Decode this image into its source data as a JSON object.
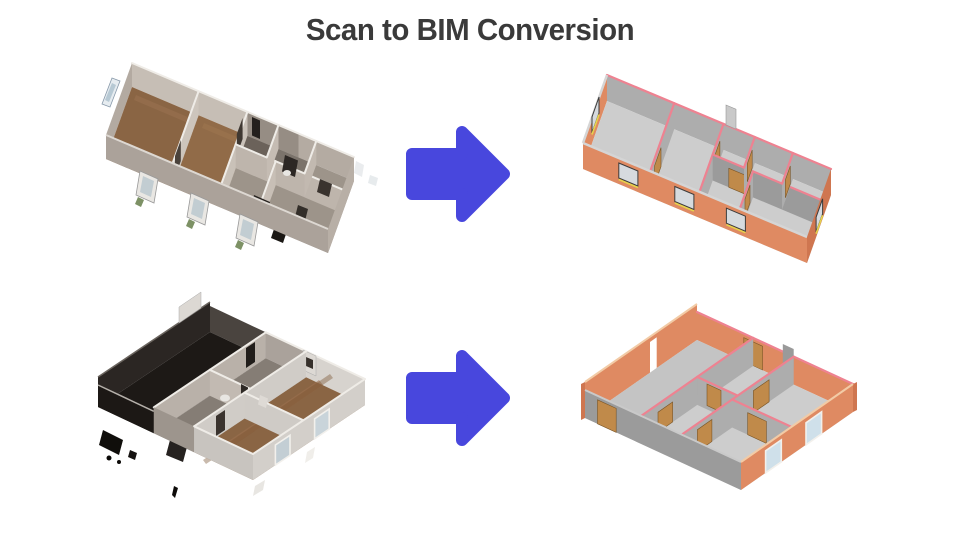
{
  "title": {
    "text": "Scan to BIM Conversion"
  },
  "figures": {
    "scan_1": "point-cloud-scan-apartment-top",
    "bim_1": "bim-model-apartment-top",
    "scan_2": "point-cloud-scan-apartment-bottom",
    "bim_2": "bim-model-apartment-bottom",
    "arrow": "arrow-right-icon"
  },
  "colors": {
    "arrow": "#4847dd",
    "title": "#3a3a3a",
    "bg": "#ffffff",
    "bim_ext": "#df8a62",
    "bim_ext_dark": "#cf7650",
    "bim_floor": "#cdcdcd",
    "bim_wall": "#adadad",
    "bim_wall_dark": "#9b9b9b",
    "bim_cap": "#ee8291",
    "door": "#c08a4a",
    "window_glass": "#d6dade",
    "window_sill": "#e6d34b",
    "scan_wall": "#c6beb5",
    "scan_wall_dark": "#aaa29a",
    "scan_floor_wood": "#8a6544",
    "scan_dark": "#24201d",
    "glass_blue": "#cfe0ea"
  }
}
